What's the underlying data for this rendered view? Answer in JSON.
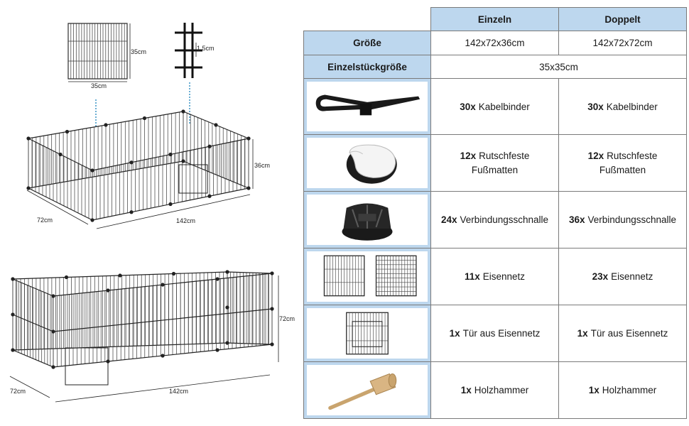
{
  "figures": {
    "panel_width": "35cm",
    "panel_height": "35cm",
    "bar_gap": "1.5cm",
    "single_height": "36cm",
    "single_depth": "72cm",
    "single_length": "142cm",
    "double_height": "72cm",
    "double_depth": "72cm",
    "double_length": "142cm"
  },
  "table": {
    "columns": [
      "Einzeln",
      "Doppelt"
    ],
    "size": {
      "label": "Größe",
      "single": "142x72x36cm",
      "double": "142x72x72cm"
    },
    "piece_size": {
      "label": "Einzelstückgröße",
      "value": "35x35cm"
    },
    "items": [
      {
        "icon": "cable-tie-icon",
        "single_qty": "30x",
        "single_name": "Kabelbinder",
        "double_qty": "30x",
        "double_name": "Kabelbinder"
      },
      {
        "icon": "foot-mat-icon",
        "single_qty": "12x",
        "single_name_1": "Rutschfeste",
        "single_name_2": "Fußmatten",
        "double_qty": "12x",
        "double_name_1": "Rutschfeste",
        "double_name_2": "Fußmatten"
      },
      {
        "icon": "connector-buckle-icon",
        "single_qty": "24x",
        "single_name": "Verbindungsschnalle",
        "double_qty": "36x",
        "double_name": "Verbindungsschnalle"
      },
      {
        "icon": "wire-panel-icon",
        "single_qty": "11x",
        "single_name": "Eisennetz",
        "double_qty": "23x",
        "double_name": "Eisennetz"
      },
      {
        "icon": "wire-door-icon",
        "single_qty": "1x",
        "single_name": "Tür aus Eisennetz",
        "double_qty": "1x",
        "double_name": "Tür aus Eisennetz"
      },
      {
        "icon": "wooden-mallet-icon",
        "single_qty": "1x",
        "single_name": "Holzhammer",
        "double_qty": "1x",
        "double_name": "Holzhammer"
      }
    ]
  },
  "colors": {
    "header_blue": "#bdd7ee",
    "border": "#7a7a7a",
    "wire": "#333333"
  }
}
